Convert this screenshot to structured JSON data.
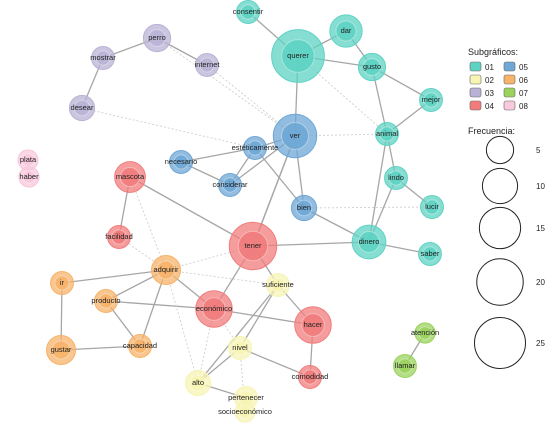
{
  "legend": {
    "subgraphs_title": "Subgráficos:",
    "subgraphs": [
      {
        "id": "01",
        "color": "#5ed3c3"
      },
      {
        "id": "02",
        "color": "#f7f4b4"
      },
      {
        "id": "03",
        "color": "#b9b2d6"
      },
      {
        "id": "04",
        "color": "#f27c7c"
      },
      {
        "id": "05",
        "color": "#6fa7d6"
      },
      {
        "id": "06",
        "color": "#f7b36a"
      },
      {
        "id": "07",
        "color": "#9ad35c"
      },
      {
        "id": "08",
        "color": "#f8c8dc"
      }
    ],
    "frequency_title": "Frecuencia:",
    "frequencies": [
      "5",
      "10",
      "15",
      "20",
      "25"
    ]
  },
  "nodes": [
    {
      "id": "consentir",
      "label": "consentir",
      "group": "01",
      "freq": 3
    },
    {
      "id": "querer",
      "label": "querer",
      "group": "01",
      "freq": 27
    },
    {
      "id": "dar",
      "label": "dar",
      "group": "01",
      "freq": 8
    },
    {
      "id": "gusto",
      "label": "gusto",
      "group": "01",
      "freq": 5
    },
    {
      "id": "mejor",
      "label": "mejor",
      "group": "01",
      "freq": 3
    },
    {
      "id": "animal",
      "label": "animal",
      "group": "01",
      "freq": 3
    },
    {
      "id": "lindo",
      "label": "lindo",
      "group": "01",
      "freq": 3
    },
    {
      "id": "lucir",
      "label": "lucir",
      "group": "01",
      "freq": 3
    },
    {
      "id": "dinero",
      "label": "dinero",
      "group": "01",
      "freq": 9
    },
    {
      "id": "saber",
      "label": "saber",
      "group": "01",
      "freq": 3
    },
    {
      "id": "perro",
      "label": "perro",
      "group": "03",
      "freq": 5
    },
    {
      "id": "mostrar",
      "label": "mostrar",
      "group": "03",
      "freq": 3
    },
    {
      "id": "internet",
      "label": "internet",
      "group": "03",
      "freq": 3
    },
    {
      "id": "desear",
      "label": "desear",
      "group": "03",
      "freq": 4
    },
    {
      "id": "plata",
      "label": "plata",
      "group": "08",
      "freq": 2
    },
    {
      "id": "haber",
      "label": "haber",
      "group": "08",
      "freq": 2
    },
    {
      "id": "ver",
      "label": "ver",
      "group": "05",
      "freq": 17
    },
    {
      "id": "esteticamente",
      "label": "estéticamente",
      "group": "05",
      "freq": 3
    },
    {
      "id": "necesario",
      "label": "necesario",
      "group": "05",
      "freq": 3
    },
    {
      "id": "considerar",
      "label": "considerar",
      "group": "05",
      "freq": 3
    },
    {
      "id": "bien",
      "label": "bien",
      "group": "05",
      "freq": 4
    },
    {
      "id": "mascota",
      "label": "mascota",
      "group": "04",
      "freq": 7
    },
    {
      "id": "facilidad",
      "label": "facilidad",
      "group": "04",
      "freq": 3
    },
    {
      "id": "tener",
      "label": "tener",
      "group": "04",
      "freq": 21
    },
    {
      "id": "economico",
      "label": "económico",
      "group": "04",
      "freq": 11
    },
    {
      "id": "hacer",
      "label": "hacer",
      "group": "04",
      "freq": 11
    },
    {
      "id": "comodidad",
      "label": "comodidad",
      "group": "04",
      "freq": 3
    },
    {
      "id": "adquirir",
      "label": "adquirir",
      "group": "06",
      "freq": 6
    },
    {
      "id": "ir",
      "label": "ir",
      "group": "06",
      "freq": 3
    },
    {
      "id": "producto",
      "label": "producto",
      "group": "06",
      "freq": 3
    },
    {
      "id": "gustar",
      "label": "gustar",
      "group": "06",
      "freq": 6
    },
    {
      "id": "capacidad",
      "label": "capacidad",
      "group": "06",
      "freq": 3
    },
    {
      "id": "suficiente",
      "label": "suficiente",
      "group": "02",
      "freq": 3
    },
    {
      "id": "nivel",
      "label": "nivel",
      "group": "02",
      "freq": 3
    },
    {
      "id": "alto",
      "label": "alto",
      "group": "02",
      "freq": 4
    },
    {
      "id": "pertenecer",
      "label": "pertenecer",
      "group": "02",
      "freq": 3
    },
    {
      "id": "socioeconomico",
      "label": "socioeconómico",
      "group": "02",
      "freq": 2
    },
    {
      "id": "atencion",
      "label": "atención",
      "group": "07",
      "freq": 2
    },
    {
      "id": "llamar",
      "label": "llamar",
      "group": "07",
      "freq": 3
    }
  ],
  "edges": [
    [
      "consentir",
      "querer",
      "solid"
    ],
    [
      "querer",
      "dar",
      "solid"
    ],
    [
      "querer",
      "gusto",
      "solid"
    ],
    [
      "dar",
      "gusto",
      "solid"
    ],
    [
      "gusto",
      "mejor",
      "solid"
    ],
    [
      "gusto",
      "animal",
      "solid"
    ],
    [
      "animal",
      "lindo",
      "solid"
    ],
    [
      "animal",
      "dinero",
      "solid"
    ],
    [
      "lindo",
      "lucir",
      "solid"
    ],
    [
      "lindo",
      "dinero",
      "solid"
    ],
    [
      "dinero",
      "saber",
      "solid"
    ],
    [
      "mejor",
      "animal",
      "solid"
    ],
    [
      "perro",
      "mostrar",
      "solid"
    ],
    [
      "perro",
      "internet",
      "solid"
    ],
    [
      "mostrar",
      "desear",
      "solid"
    ],
    [
      "plata",
      "haber",
      "solid"
    ],
    [
      "querer",
      "ver",
      "solid"
    ],
    [
      "ver",
      "esteticamente",
      "solid"
    ],
    [
      "esteticamente",
      "necesario",
      "solid"
    ],
    [
      "necesario",
      "considerar",
      "solid"
    ],
    [
      "esteticamente",
      "considerar",
      "solid"
    ],
    [
      "ver",
      "considerar",
      "solid"
    ],
    [
      "esteticamente",
      "bien",
      "solid"
    ],
    [
      "ver",
      "bien",
      "solid"
    ],
    [
      "bien",
      "dinero",
      "solid"
    ],
    [
      "tener",
      "ver",
      "solid"
    ],
    [
      "tener",
      "mascota",
      "solid"
    ],
    [
      "mascota",
      "facilidad",
      "solid"
    ],
    [
      "tener",
      "dinero",
      "solid"
    ],
    [
      "tener",
      "economico",
      "solid"
    ],
    [
      "tener",
      "suficiente",
      "solid"
    ],
    [
      "economico",
      "hacer",
      "solid"
    ],
    [
      "economico",
      "adquirir",
      "solid"
    ],
    [
      "economico",
      "producto",
      "solid"
    ],
    [
      "hacer",
      "comodidad",
      "solid"
    ],
    [
      "hacer",
      "suficiente",
      "solid"
    ],
    [
      "adquirir",
      "ir",
      "solid"
    ],
    [
      "adquirir",
      "capacidad",
      "solid"
    ],
    [
      "ir",
      "gustar",
      "solid"
    ],
    [
      "gustar",
      "capacidad",
      "solid"
    ],
    [
      "producto",
      "capacidad",
      "solid"
    ],
    [
      "adquirir",
      "producto",
      "solid"
    ],
    [
      "suficiente",
      "nivel",
      "solid"
    ],
    [
      "nivel",
      "alto",
      "solid"
    ],
    [
      "alto",
      "pertenecer",
      "solid"
    ],
    [
      "pertenecer",
      "socioeconomico",
      "solid"
    ],
    [
      "nivel",
      "comodidad",
      "solid"
    ],
    [
      "alto",
      "suficiente",
      "solid"
    ],
    [
      "atencion",
      "llamar",
      "solid"
    ],
    [
      "ver",
      "tener",
      "solid"
    ],
    [
      "querer",
      "animal",
      "dash"
    ],
    [
      "ver",
      "animal",
      "dash"
    ],
    [
      "internet",
      "ver",
      "dash"
    ],
    [
      "desear",
      "esteticamente",
      "dash"
    ],
    [
      "mascota",
      "adquirir",
      "dash"
    ],
    [
      "adquirir",
      "suficiente",
      "dash"
    ],
    [
      "adquirir",
      "alto",
      "dash"
    ],
    [
      "tener",
      "adquirir",
      "dash"
    ],
    [
      "nivel",
      "socioeconomico",
      "dash"
    ],
    [
      "economico",
      "nivel",
      "dash"
    ],
    [
      "economico",
      "alto",
      "dash"
    ],
    [
      "bien",
      "lucir",
      "dash"
    ],
    [
      "perro",
      "ver",
      "dash"
    ],
    [
      "facilidad",
      "adquirir",
      "dash"
    ]
  ]
}
